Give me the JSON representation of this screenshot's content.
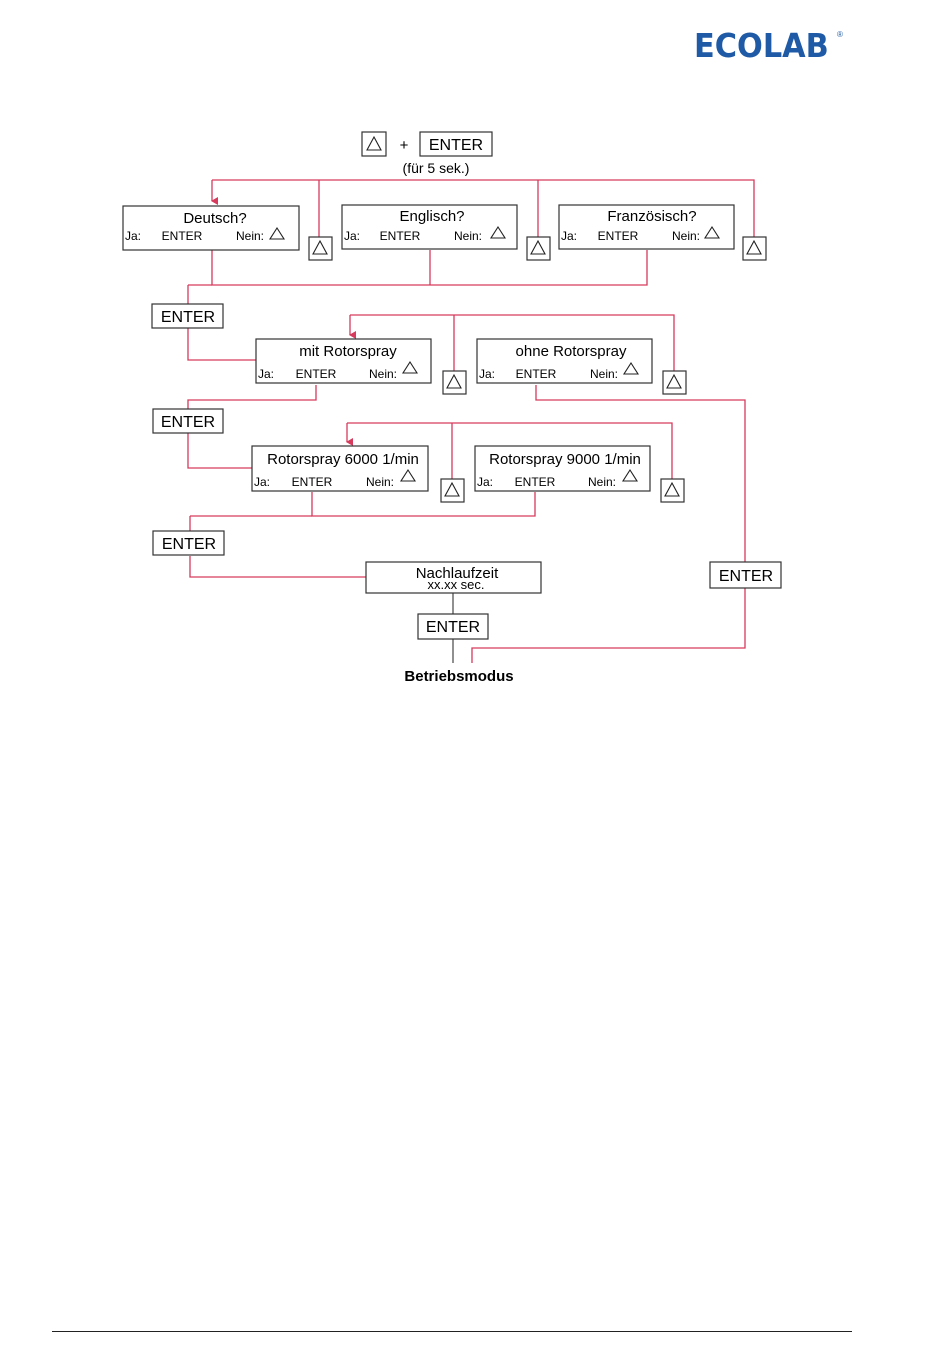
{
  "header": {
    "logo_text": "ECOLAB",
    "logo_reg": "®"
  },
  "diagram": {
    "start": {
      "plus": "+",
      "enter": "ENTER",
      "note": "(für 5 sek.)"
    },
    "languages": [
      {
        "title": "Deutsch?",
        "ja": "Ja:",
        "enter": "ENTER",
        "nein": "Nein:"
      },
      {
        "title": "Englisch?",
        "ja": "Ja:",
        "enter": "ENTER",
        "nein": "Nein:"
      },
      {
        "title": "Französisch?",
        "ja": "Ja:",
        "enter": "ENTER",
        "nein": "Nein:"
      }
    ],
    "enter_labels": [
      "ENTER",
      "ENTER",
      "ENTER",
      "ENTER",
      "ENTER"
    ],
    "rotor_options": [
      {
        "title": "mit Rotorspray",
        "ja": "Ja:",
        "enter": "ENTER",
        "nein": "Nein:"
      },
      {
        "title": "ohne Rotorspray",
        "ja": "Ja:",
        "enter": "ENTER",
        "nein": "Nein:"
      }
    ],
    "speed_options": [
      {
        "title": "Rotorspray 6000 1/min",
        "ja": "Ja:",
        "enter": "ENTER",
        "nein": "Nein:"
      },
      {
        "title": "Rotorspray 9000 1/min",
        "ja": "Ja:",
        "enter": "ENTER",
        "nein": "Nein:"
      }
    ],
    "nachlaufzeit": {
      "title": "Nachlaufzeit",
      "value": "xx.xx sec."
    },
    "end": "Betriebsmodus"
  },
  "colors": {
    "flow_line": "#d63a5c",
    "box_border": "#333333",
    "logo": "#1f5aa6"
  }
}
